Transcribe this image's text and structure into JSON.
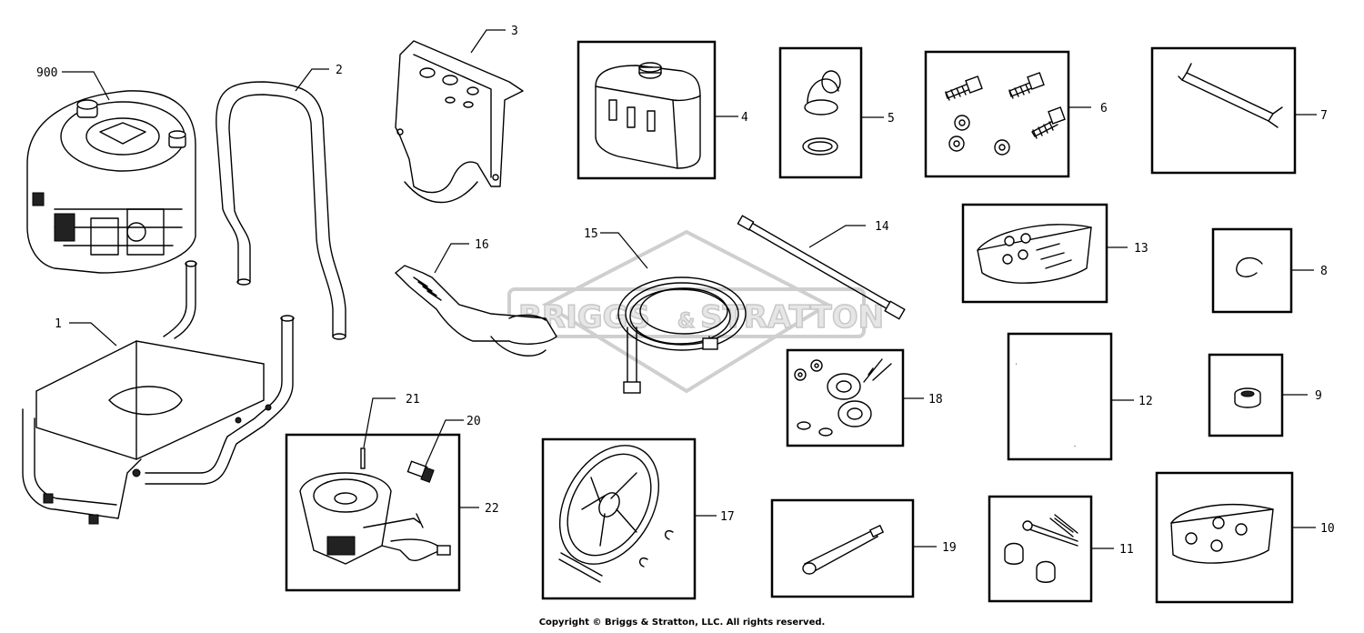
{
  "watermark": {
    "left": "BRIGGS",
    "mid": "&",
    "right": "STRATTON"
  },
  "copyright": "Copyright © Briggs & Stratton, LLC. All rights reserved.",
  "parts": [
    {
      "id": "p900",
      "label": "900"
    },
    {
      "id": "p1",
      "label": "1"
    },
    {
      "id": "p2",
      "label": "2"
    },
    {
      "id": "p3",
      "label": "3"
    },
    {
      "id": "p4",
      "label": "4"
    },
    {
      "id": "p5",
      "label": "5"
    },
    {
      "id": "p6",
      "label": "6"
    },
    {
      "id": "p7",
      "label": "7"
    },
    {
      "id": "p8",
      "label": "8"
    },
    {
      "id": "p9",
      "label": "9"
    },
    {
      "id": "p10",
      "label": "10"
    },
    {
      "id": "p11",
      "label": "11"
    },
    {
      "id": "p12",
      "label": "12"
    },
    {
      "id": "p13",
      "label": "13"
    },
    {
      "id": "p14",
      "label": "14"
    },
    {
      "id": "p15",
      "label": "15"
    },
    {
      "id": "p16",
      "label": "16"
    },
    {
      "id": "p17",
      "label": "17"
    },
    {
      "id": "p18",
      "label": "18"
    },
    {
      "id": "p19",
      "label": "19"
    },
    {
      "id": "p20",
      "label": "20"
    },
    {
      "id": "p21",
      "label": "21"
    },
    {
      "id": "p22",
      "label": "22"
    }
  ]
}
